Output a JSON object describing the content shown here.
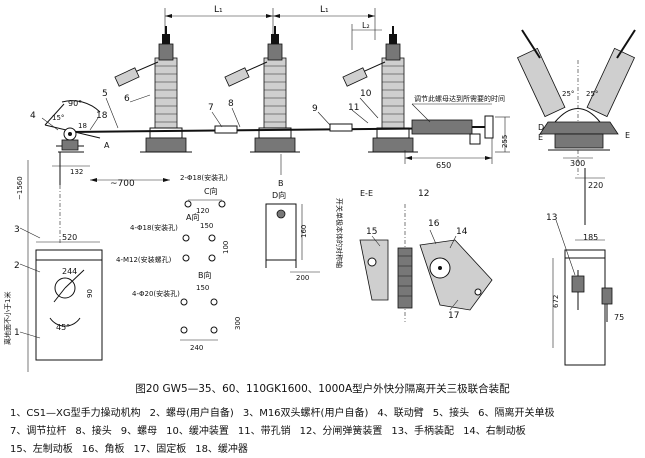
{
  "labels": {
    "dim_top_1": "L₁",
    "dim_top_2": "L₁",
    "dim_l2": "L₂",
    "dim_90deg": "90°",
    "dim_15deg": "15°",
    "dim_18": "18",
    "dim_132": "132",
    "dim_700": "~700",
    "dim_650": "650",
    "dim_255": "255",
    "dim_300_right": "300",
    "dim_220": "220",
    "dim_25a": "25°",
    "dim_25b": "25°",
    "dim_185": "185",
    "dim_672": "672",
    "dim_75": "75",
    "dim_1560": "~1560",
    "dim_520": "520",
    "dim_244": "244",
    "dim_90": "90",
    "dim_45deg": "45°",
    "hole_c": "2-Φ18(安装孔)",
    "c_view": "C向",
    "dim_120": "120",
    "a_view": "A向",
    "dim_150a": "150",
    "hole_a": "4-Φ18(安装孔)",
    "dim_100": "100",
    "hole_m12": "4-M12(安装螺孔)",
    "b_view": "B向",
    "dim_150b": "150",
    "hole_b": "4-Φ20(安装孔)",
    "dim_240": "240",
    "dim_300": "300",
    "d_view": "D向",
    "dim_160": "160",
    "dim_200": "200",
    "ee_view": "E-E",
    "vertical_note": "开关单极本体的对称轴",
    "left_vertical_note": "离地面不小于1米",
    "adjust_note": "调节此螺母达到所需要的时间",
    "letter_a": "A",
    "letter_b": "B",
    "letter_c": "C",
    "letter_d": "D",
    "letter_e1": "E",
    "letter_e2": "E",
    "letter_d2": "D",
    "n1": "1",
    "n2": "2",
    "n3": "3",
    "n4": "4",
    "n5": "5",
    "n6": "6",
    "n7": "7",
    "n8": "8",
    "n9": "9",
    "n10": "10",
    "n11": "11",
    "n12": "12",
    "n13": "13",
    "n14": "14",
    "n15": "15",
    "n16": "16",
    "n17": "17",
    "n18": "18"
  },
  "caption": "图20 GW5—35、60、110GK1600、1000A型户外快分隔离开关三极联合装配",
  "legend": [
    [
      "1、CS1—XG型手力操动机构",
      "2、螺母(用户自备)",
      "3、M16双头螺杆(用户自备)",
      "4、联动臂",
      "5、接头",
      "6、隔离开关单极"
    ],
    [
      "7、调节拉杆",
      "8、接头",
      "9、螺母",
      "10、缓冲装置",
      "11、带孔销",
      "12、分闸弹簧装置",
      "13、手柄装配",
      "14、右制动板"
    ],
    [
      "15、左制动板",
      "16、角板",
      "17、固定板",
      "18、缓冲器"
    ]
  ]
}
